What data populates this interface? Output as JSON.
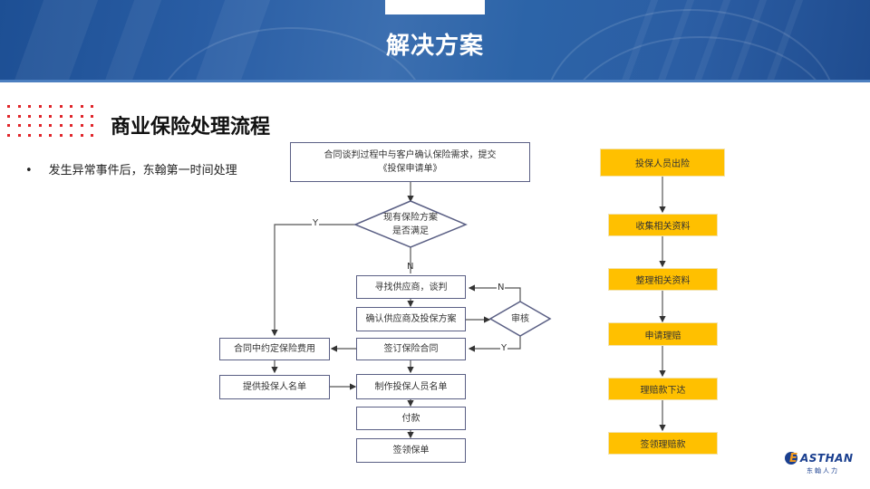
{
  "header": {
    "title": "解决方案"
  },
  "section": {
    "title": "商业保险处理流程",
    "bullet": "发生异常事件后，东翰第一时间处理"
  },
  "flow_left": {
    "start": "合同谈判过程中与客户确认保险需求，提交《投保申请单》",
    "start_line1": "合同谈判过程中与客户确认保险需求，提交",
    "start_line2": "《投保申请单》",
    "decision1_line1": "现有保险方案",
    "decision1_line2": "是否满足",
    "yes_label": "Y",
    "no_label": "N",
    "find_supplier": "寻找供应商，谈判",
    "confirm_supplier": "确认供应商及投保方案",
    "review": "审核",
    "review_no": "N",
    "review_yes": "Y",
    "sign_contract": "签订保险合同",
    "agree_fee": "合同中约定保险费用",
    "provide_list": "提供投保人名单",
    "make_list": "制作投保人员名单",
    "pay": "付款",
    "receive_policy": "签领保单"
  },
  "flow_right": {
    "steps": [
      "投保人员出险",
      "收集相关资料",
      "整理相关资料",
      "申请理赔",
      "理赔款下达",
      "签领理赔款"
    ],
    "box_color": "#ffc000"
  },
  "logo": {
    "en": "ASTHAN",
    "e": "E",
    "cn": "东翰人力"
  },
  "colors": {
    "banner": "#2a5ea5",
    "accent_red": "#e0262b",
    "box_border": "#5a5f84"
  }
}
